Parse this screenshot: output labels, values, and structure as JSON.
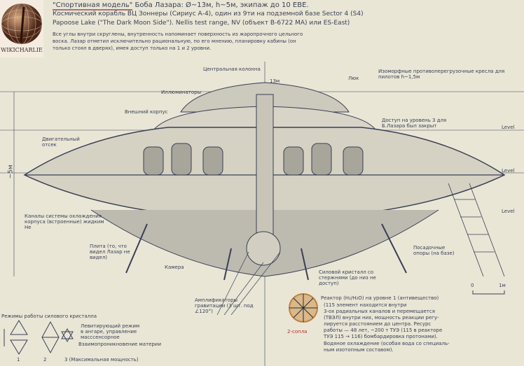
{
  "logo": {
    "text": "WIKICHARLIE"
  },
  "header": {
    "line1_model": "\"Спортивная модель\"",
    "line1_rest": "Боба Лазара: Ø~13м, h~5м, экипаж до 10 EBE.",
    "line2": "Космический корабль ВЦ Зоннеры (Сириус А-4), один из 9ти на подземной базе Sector 4 (S4)",
    "line3": "Papoose Lake (\"The Dark Moon Side\"). Nellis test range, NV (объект B-6722 MA) или ES-East)",
    "para1": "Все углы внутри скруглены, внутренность напоминает поверхность из жаропрочного цельного",
    "para2": "воска. Лазар отметил исключительно рациональную, по его мнению, планировку кабины (он",
    "para3": "только стоял в дверях), имея доступ только на 1 и 2 уровни."
  },
  "dimensions": {
    "height": "~5м",
    "top_diameter": "13м"
  },
  "levels": [
    "Level",
    "Level",
    "Level"
  ],
  "labels": {
    "central_column": "Центральная колонна",
    "hatch": "Люк",
    "illuminators": "Иллюминаторы",
    "seats": "Изоморфные противоперегрузочные кресла для пилотов h~1,5м",
    "access": "Доступ на уровень 3 для Б.Лазара был закрыт",
    "outer_hull": "Внешний корпус",
    "engine_compartment": "Двигательный отсек",
    "channels": "Каналы системы охлаждения корпуса (встроенные) жидким He",
    "plate": "Плита (то, что видел Лазар не видел)",
    "landing_supports": "Посадочные опоры (на базе)",
    "amplifiers": "Амплификаторы гравитации (3 шт. под ∠120°)",
    "chamber": "Камера",
    "crystal_chamber": "Силовой кристалл со стержнями (до низ не доступ)",
    "nozzles": "2-сопла",
    "scale_0": "0",
    "scale_1": "1м"
  },
  "reactor": {
    "l1": "Реактор (H₂/H₂O) на уровне 1 (антивещество)",
    "l2": "(115 элемент находится внутри",
    "l3": "3-ох радиальных каналов и перемещается",
    "l4": "(ТВЭЛ) внутри них, мощность реакции регу-",
    "l5": "лируется расстоянием до центра. Ресурс",
    "l6": "работы — 48 лет, ~200 т ТУЭ (115 в реакторе",
    "l7": "ТУЭ 115 → 116) бомбардировка протонами).",
    "l8": "Водяное охлаждение (особая вода со специаль-",
    "l9": "ным изотопным составом)."
  },
  "legend": {
    "title": "Режимы работы силового кристалла",
    "mode1": "Левитирующий режим в ангаре, управление масссенсорное",
    "mode2": "Взаимопроникновение материи",
    "n1": "1",
    "n2": "2",
    "n3": "3 (Максимальная мощность)"
  },
  "colors": {
    "paper": "#e9e6d6",
    "ink": "#3a3f55",
    "accent_red": "#b03030",
    "reactor": "#c08040"
  }
}
